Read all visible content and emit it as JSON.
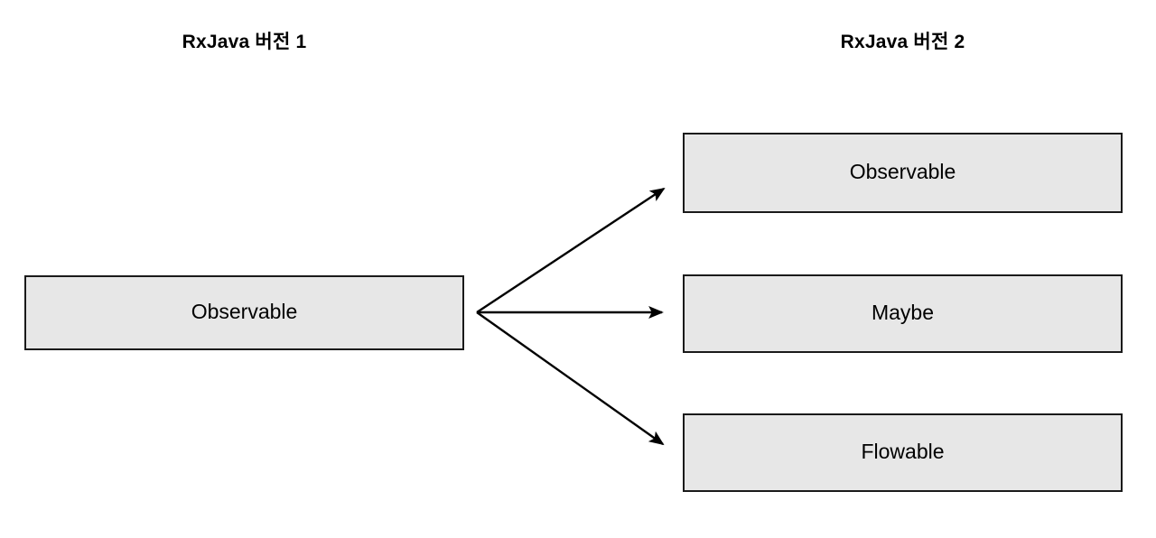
{
  "diagram": {
    "title_left": "RxJava 버전 1",
    "title_right": "RxJava 버전 2",
    "colors": {
      "box_fill": "#E7E7E7",
      "box_border": "#1A1A1A",
      "text": "#000000",
      "arrow": "#000000",
      "background": "#FFFFFF"
    },
    "left_column": {
      "heading": "RxJava 버전 1",
      "nodes": [
        {
          "label": "Observable"
        }
      ]
    },
    "right_column": {
      "heading": "RxJava 버전 2",
      "nodes": [
        {
          "label": "Observable"
        },
        {
          "label": "Maybe"
        },
        {
          "label": "Flowable"
        }
      ]
    },
    "connectors": [
      {
        "from": "Observable",
        "to": "Observable",
        "style": "solid-arrow",
        "direction": "up-right"
      },
      {
        "from": "Observable",
        "to": "Maybe",
        "style": "solid-arrow",
        "direction": "right"
      },
      {
        "from": "Observable",
        "to": "Flowable",
        "style": "solid-arrow",
        "direction": "down-right"
      }
    ]
  }
}
